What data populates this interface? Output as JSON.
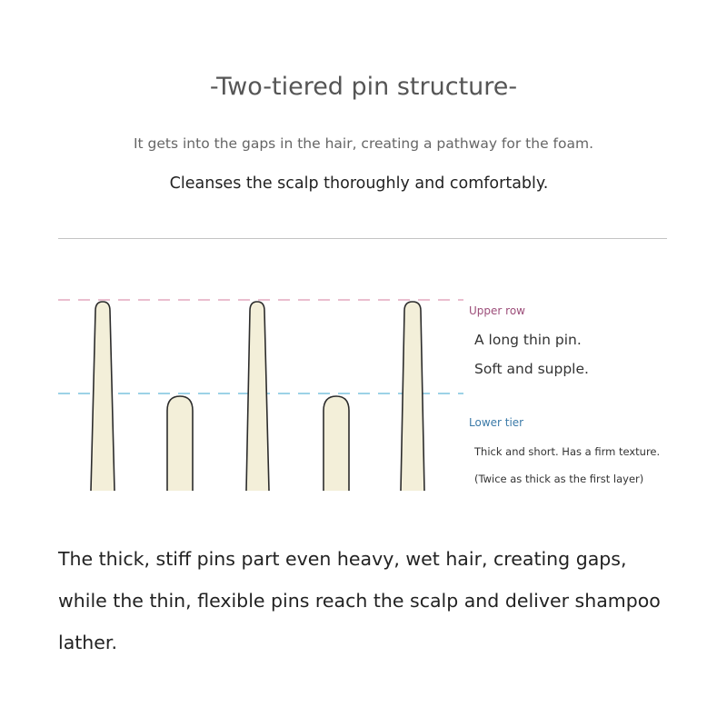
{
  "header": {
    "title": "-Two-tiered pin structure-",
    "subtitle": "It gets into the gaps in the hair, creating a pathway for the foam.",
    "lead": "Cleanses the scalp thoroughly and comfortably."
  },
  "diagram": {
    "colors": {
      "upper_guide": "#e3a8bf",
      "lower_guide": "#7cc3dd",
      "pin_fill": "#f3efd9",
      "pin_stroke": "#2c2c2c",
      "upper_label": "#9c4d79",
      "lower_label": "#3b7aa8"
    },
    "upper": {
      "heading": "Upper row",
      "line1": "A long thin pin.",
      "line2": "Soft and supple."
    },
    "lower": {
      "heading": "Lower tier",
      "line1": "Thick and short. Has a firm texture.",
      "line2": "(Twice as thick as the first layer)"
    }
  },
  "body": {
    "line1": "The thick, stiff pins part even heavy, wet hair, creating gaps,",
    "line2": "while the thin, flexible pins reach the scalp and deliver shampoo",
    "line3": "lather."
  }
}
